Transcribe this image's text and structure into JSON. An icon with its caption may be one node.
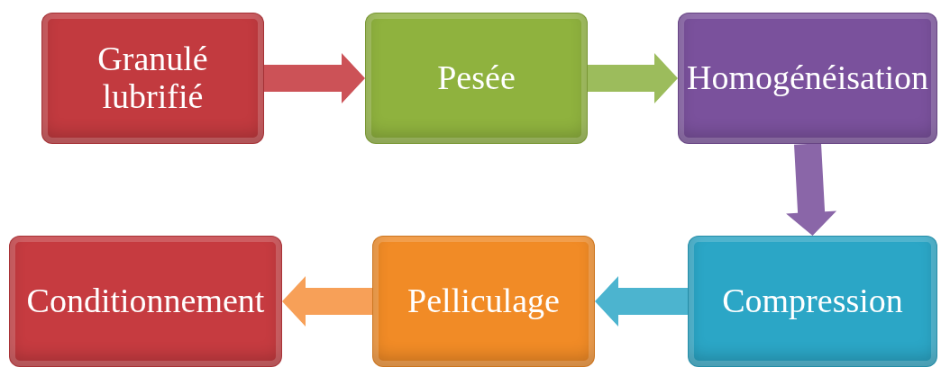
{
  "diagram": {
    "nodes": [
      {
        "text": [
          "Granulé lubrifié"
        ]
      },
      {
        "text": [
          "Pesée"
        ]
      },
      {
        "text": [
          "Homogénéisation"
        ]
      },
      {
        "text": [
          "Compression"
        ]
      },
      {
        "text": [
          "Pelliculage"
        ]
      },
      {
        "text": [
          "Conditionnement"
        ]
      }
    ],
    "edges": [
      {
        "from": 0,
        "to": 1,
        "arrow": "to",
        "color": "#cc5257"
      },
      {
        "from": 1,
        "to": 2,
        "arrow": "to",
        "color": "#9cbc5c"
      },
      {
        "from": 2,
        "to": 3,
        "arrow": "to",
        "color": "#8a66a8"
      },
      {
        "from": 3,
        "to": 4,
        "arrow": "to",
        "color": "#4cb4cf"
      },
      {
        "from": 4,
        "to": 5,
        "arrow": "to",
        "color": "#f7a058"
      }
    ]
  }
}
